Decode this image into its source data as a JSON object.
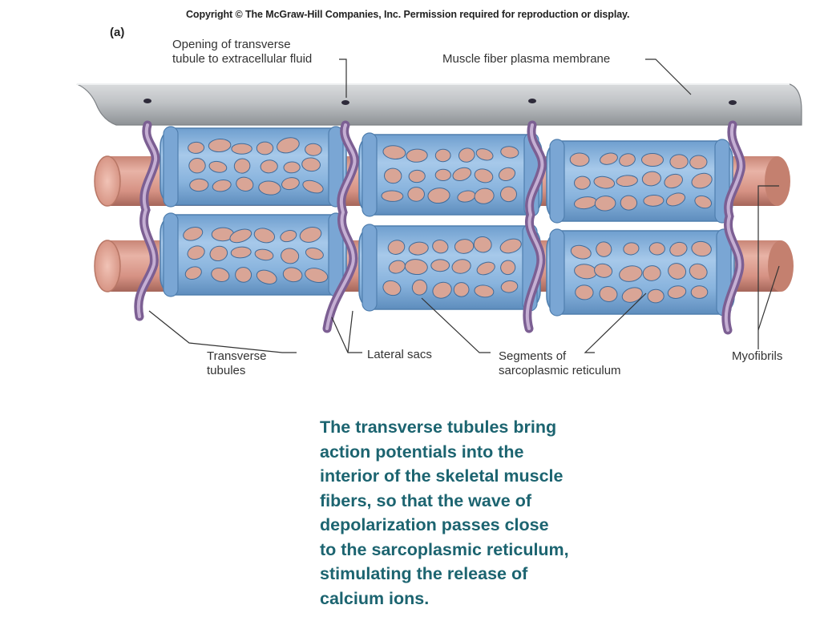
{
  "copyright": "Copyright © The McGraw-Hill Companies, Inc. Permission required for reproduction or display.",
  "panel_label": "(a)",
  "labels": {
    "opening_line1": "Opening of transverse",
    "opening_line2": "tubule to extracellular fluid",
    "membrane": "Muscle fiber plasma membrane",
    "transverse_line1": "Transverse",
    "transverse_line2": "tubules",
    "lateral_sacs": "Lateral sacs",
    "segments_line1": "Segments of",
    "segments_line2": "sarcoplasmic reticulum",
    "myofibrils": "Myofibrils"
  },
  "caption_lines": [
    "The transverse tubules bring",
    "action potentials into the",
    "interior of the skeletal muscle",
    "fibers, so that the wave of",
    "depolarization passes close",
    "to the sarcoplasmic reticulum,",
    "stimulating the release of",
    "calcium ions."
  ],
  "colors": {
    "membrane": "#b9bcbf",
    "myofibril": "#d9978a",
    "reticulum": "#86b2dc",
    "t_tubule": "#a58cb6",
    "caption": "#1c6470"
  }
}
